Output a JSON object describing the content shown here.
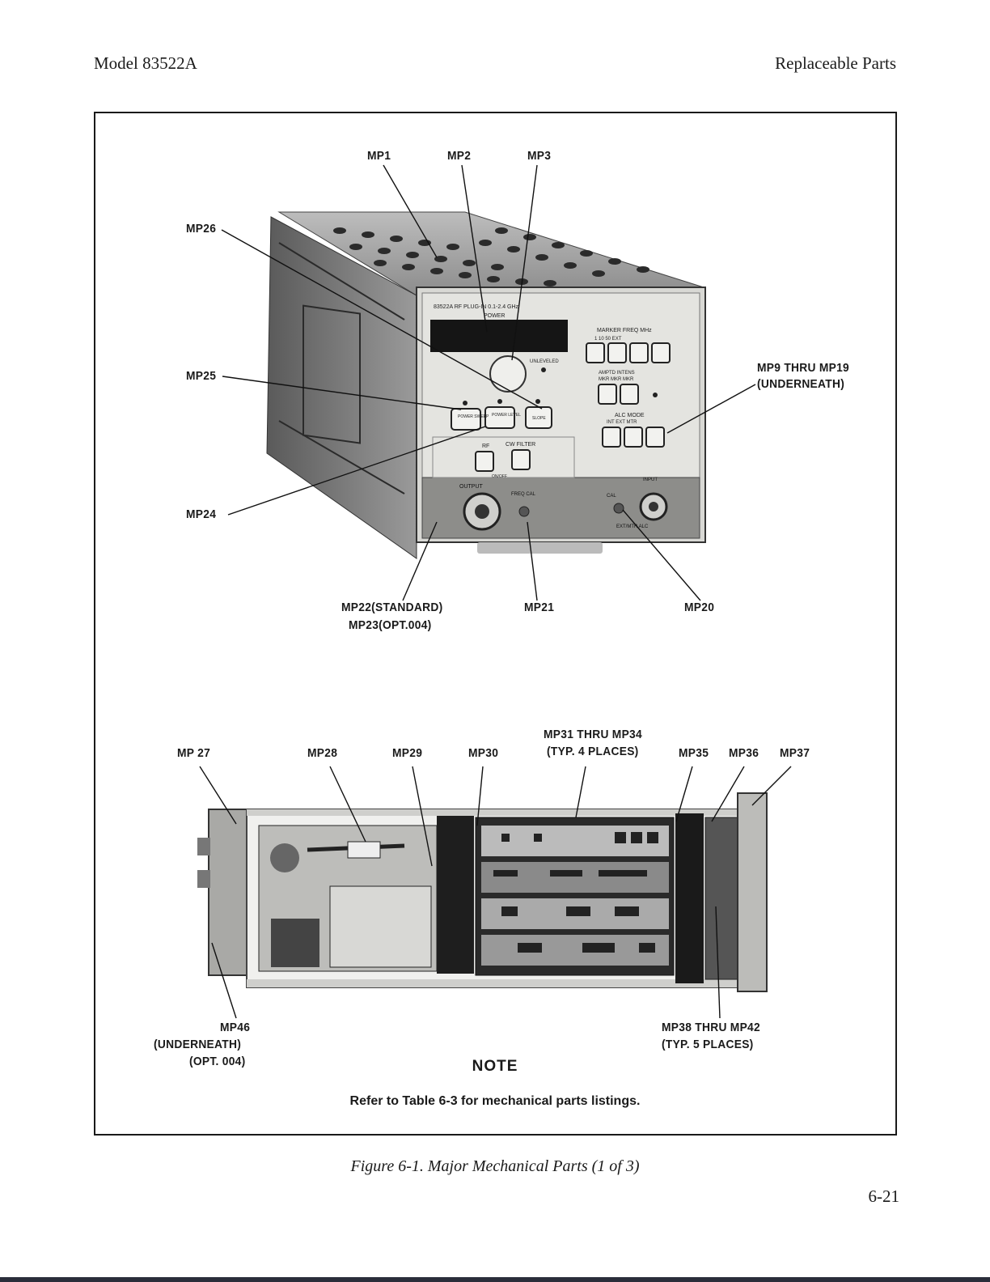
{
  "header": {
    "model": "Model 83522A",
    "section": "Replaceable Parts"
  },
  "top_labels": {
    "mp1": "MP1",
    "mp2": "MP2",
    "mp3": "MP3",
    "mp26": "MP26",
    "mp25": "MP25",
    "mp24": "MP24",
    "mp9_line1": "MP9 THRU MP19",
    "mp9_line2": "(UNDERNEATH)",
    "mp22_line1": "MP22(STANDARD)",
    "mp22_line2": "MP23(OPT.004)",
    "mp21": "MP21",
    "mp20": "MP20"
  },
  "front_panel": {
    "brand_model": "83522A RF PLUG-IN 0.1-2.4 GHz",
    "power": "POWER",
    "unleveled": "UNLEVELED",
    "marker_freq": "MARKER FREQ MHz",
    "marker_scale": "1   10   50   EXT",
    "ampt_intens": "AMPTD  INTENS",
    "mkr_row": "MKR   MKR   MKR",
    "alc_mode": "ALC MODE",
    "alc_row": "INT   EXT   MTR",
    "btn_power_sweep": "POWER SWEEP",
    "btn_power_level": "POWER LEVEL",
    "btn_slope": "SLOPE",
    "rf": "RF",
    "cw_filter": "CW FILTER",
    "on_off": "ON/OFF",
    "output": "OUTPUT",
    "freq_cal": "FREQ CAL",
    "cal": "CAL",
    "input": "INPUT",
    "ext_mtr_alc": "EXT/MTR ALC"
  },
  "bottom_labels": {
    "mp31_line1": "MP31 THRU MP34",
    "mp31_line2": "(TYP. 4 PLACES)",
    "mp27": "MP 27",
    "mp28": "MP28",
    "mp29": "MP29",
    "mp30": "MP30",
    "mp35": "MP35",
    "mp36": "MP36",
    "mp37": "MP37",
    "mp46_line1": "MP46",
    "mp46_line2": "(UNDERNEATH)",
    "mp46_line3": "(OPT. 004)",
    "mp38_line1": "MP38 THRU MP42",
    "mp38_line2": "(TYP. 5 PLACES)"
  },
  "note": {
    "title": "NOTE",
    "text": "Refer to Table 6-3 for mechanical parts listings."
  },
  "caption": "Figure 6-1.  Major Mechanical Parts (1 of 3)",
  "page_number": "6-21"
}
